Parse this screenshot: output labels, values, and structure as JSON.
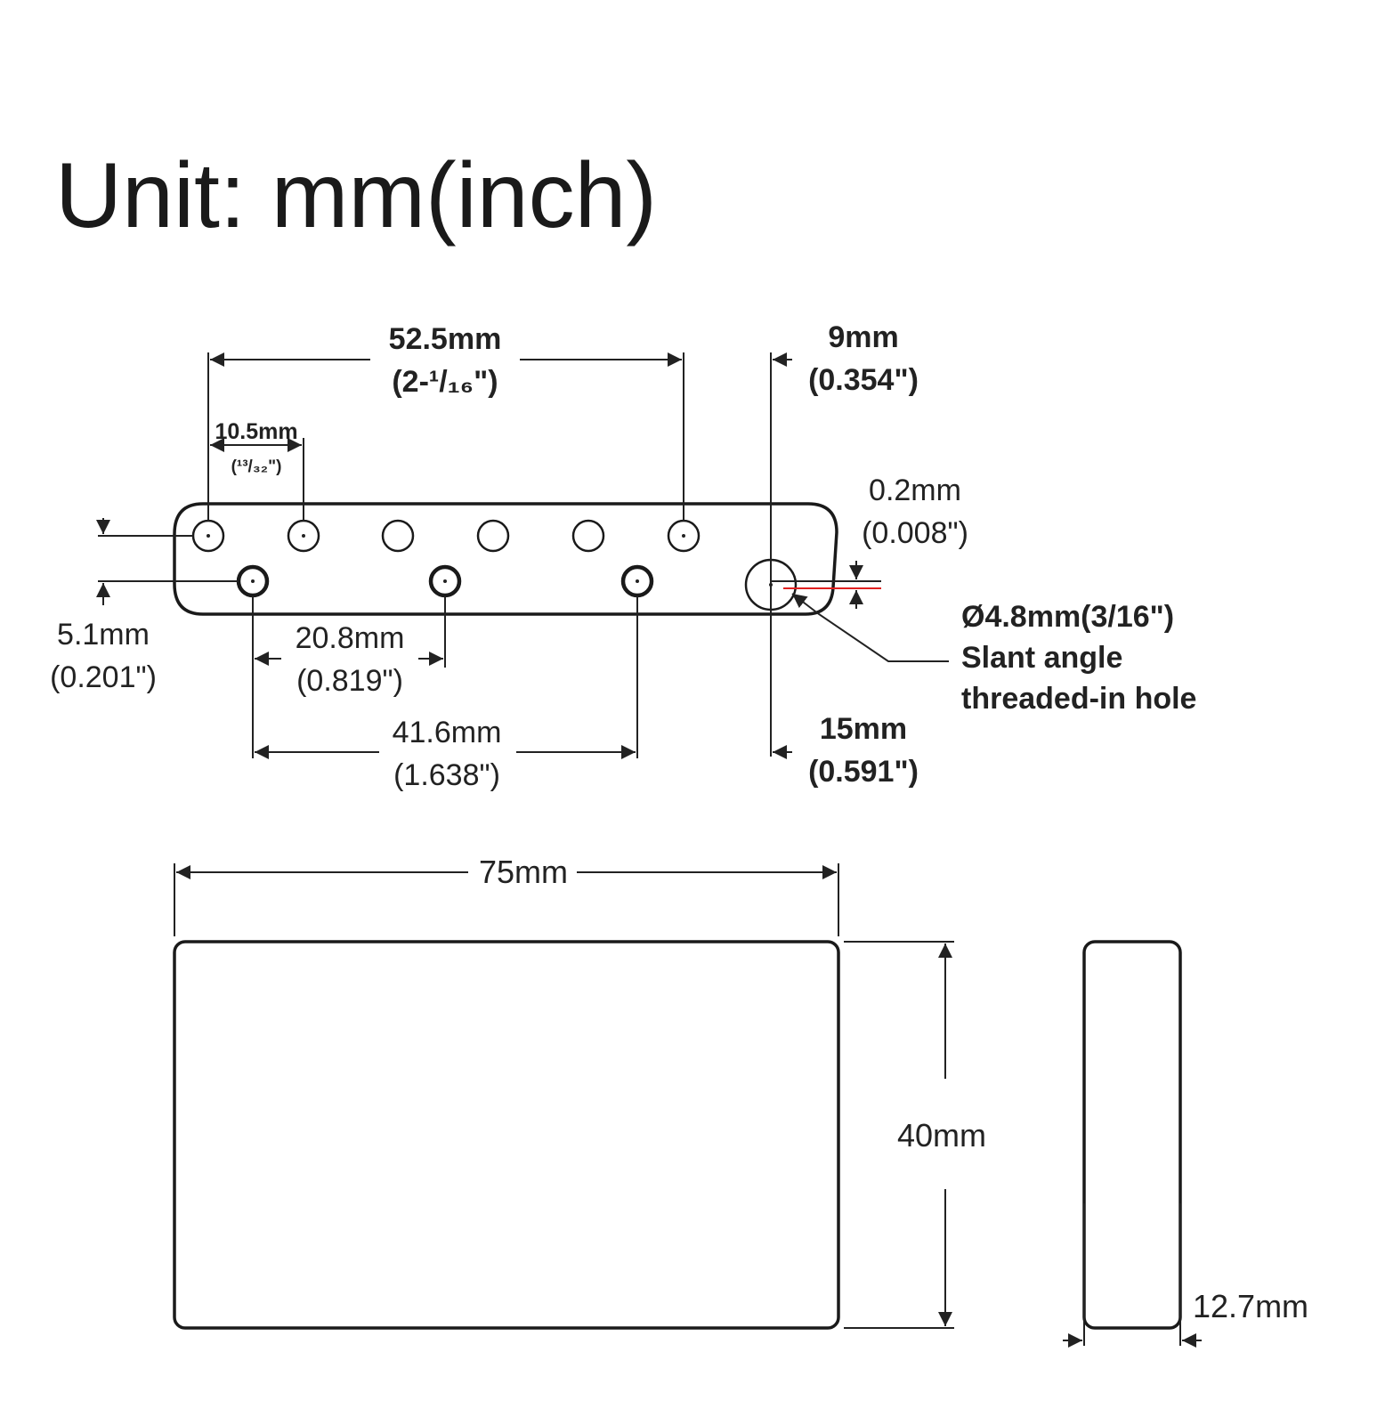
{
  "title": "Unit: mm(inch)",
  "top_view": {
    "dim_52_5": {
      "mm": "52.5mm",
      "inch": "(2-¹/₁₆\")"
    },
    "dim_10_5": {
      "mm": "10.5mm",
      "inch": "(¹³/₃₂\")"
    },
    "dim_9": {
      "mm": "9mm",
      "inch": "(0.354\")"
    },
    "dim_0_2": {
      "mm": "0.2mm",
      "inch": "(0.008\")"
    },
    "dim_5_1": {
      "mm": "5.1mm",
      "inch": "(0.201\")"
    },
    "dim_20_8": {
      "mm": "20.8mm",
      "inch": "(0.819\")"
    },
    "dim_41_6": {
      "mm": "41.6mm",
      "inch": "(1.638\")"
    },
    "dim_15": {
      "mm": "15mm",
      "inch": "(0.591\")"
    },
    "hole_note": {
      "line1": "Ø4.8mm(3/16\")",
      "line2": "Slant angle",
      "line3": "threaded-in hole"
    }
  },
  "front_view": {
    "width": "75mm",
    "height": "40mm"
  },
  "side_view": {
    "thickness": "12.7mm"
  },
  "colors": {
    "line": "#1a1a1a",
    "offset_marker": "#e02020"
  }
}
